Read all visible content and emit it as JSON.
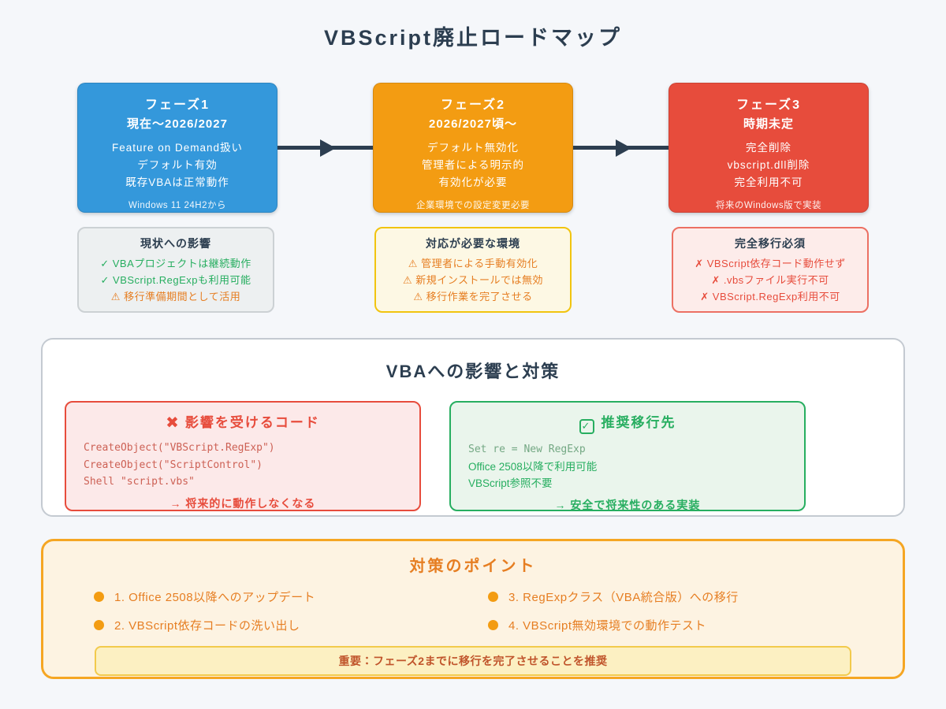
{
  "page": {
    "title": "VBScript廃止ロードマップ"
  },
  "colors": {
    "blue": "#3498db",
    "orange": "#f39c12",
    "red": "#e74c3c",
    "green": "#27ae60",
    "navy": "#2c3e50",
    "background": "#f5f7fa"
  },
  "icons": {
    "check": "✓",
    "warning": "⚠",
    "cross": "✗",
    "x_mark": "✖",
    "bullet": "●"
  },
  "phases": [
    {
      "name": "フェーズ1",
      "period": "現在～2026/2027",
      "lines": [
        "Feature on Demand扱い",
        "デフォルト有効",
        "既存VBAは正常動作"
      ],
      "note": "Windows 11 24H2から"
    },
    {
      "name": "フェーズ2",
      "period": "2026/2027頃～",
      "lines": [
        "デフォルト無効化",
        "管理者による明示的",
        "有効化が必要"
      ],
      "note": "企業環境での設定変更必要"
    },
    {
      "name": "フェーズ3",
      "period": "時期未定",
      "lines": [
        "完全削除",
        "vbscript.dll削除",
        "完全利用不可"
      ],
      "note": "将来のWindows版で実装"
    }
  ],
  "status_boxes": [
    {
      "title": "現状への影響",
      "items": [
        {
          "icon": "✓",
          "text": "VBAプロジェクトは継続動作"
        },
        {
          "icon": "✓",
          "text": "VBScript.RegExpも利用可能"
        },
        {
          "icon": "⚠",
          "text": "移行準備期間として活用"
        }
      ]
    },
    {
      "title": "対応が必要な環境",
      "items": [
        {
          "icon": "⚠",
          "text": "管理者による手動有効化"
        },
        {
          "icon": "⚠",
          "text": "新規インストールでは無効"
        },
        {
          "icon": "⚠",
          "text": "移行作業を完了させる"
        }
      ]
    },
    {
      "title": "完全移行必須",
      "items": [
        {
          "icon": "✗",
          "text": "VBScript依存コード動作せず"
        },
        {
          "icon": "✗",
          "text": ".vbsファイル実行不可"
        },
        {
          "icon": "✗",
          "text": "VBScript.RegExp利用不可"
        }
      ]
    }
  ],
  "vba_section": {
    "title": "VBAへの影響と対策",
    "impact": {
      "header": "影響を受けるコード",
      "code": [
        "CreateObject(\"VBScript.RegExp\")",
        "CreateObject(\"ScriptControl\")",
        "Shell \"script.vbs\""
      ],
      "footer": "→ 将来的に動作しなくなる"
    },
    "recommended": {
      "header": "推奨移行先",
      "code": "Set re = New RegExp",
      "lines": [
        "Office 2508以降で利用可能",
        "VBScript参照不要"
      ],
      "footer": "→ 安全で将来性のある実装"
    }
  },
  "actions": {
    "title": "対策のポイント",
    "items": [
      "1. Office 2508以降へのアップデート",
      "2. VBScript依存コードの洗い出し",
      "3. RegExpクラス（VBA統合版）への移行",
      "4. VBScript無効環境での動作テスト"
    ],
    "important": "重要：フェーズ2までに移行を完了させることを推奨"
  }
}
